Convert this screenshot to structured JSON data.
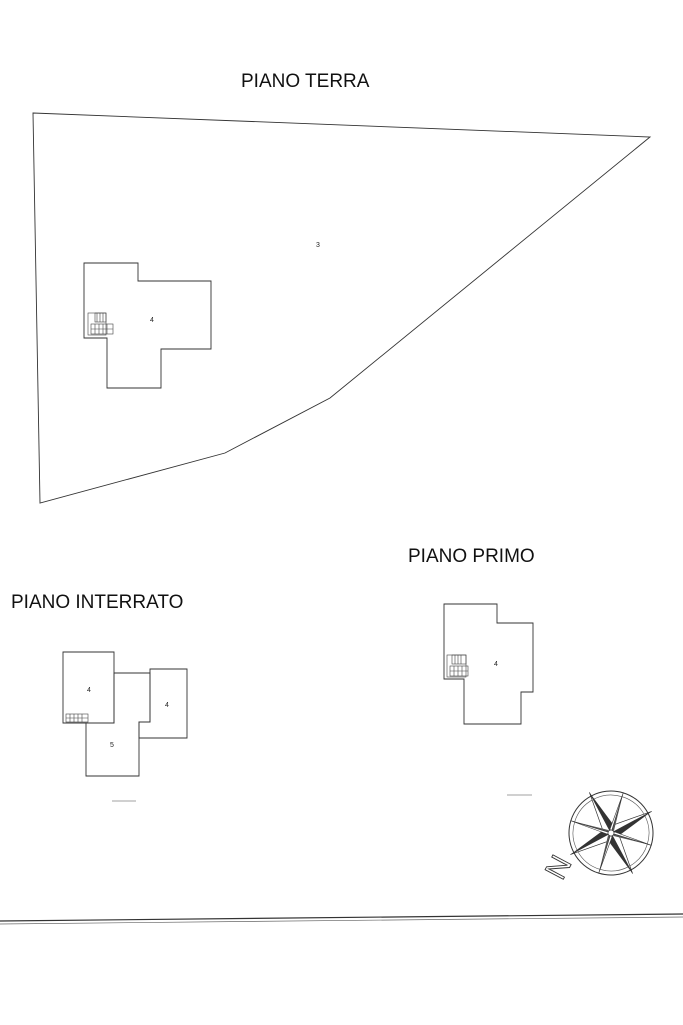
{
  "titles": {
    "ground": "PIANO TERRA",
    "first": "PIANO PRIMO",
    "basement": "PIANO INTERRATO"
  },
  "labels": {
    "lot": "3",
    "ground_building": "4",
    "first_building": "4",
    "basement_left": "4",
    "basement_right": "4",
    "basement_bottom": "5"
  },
  "compass": {
    "north_letter": "N"
  }
}
